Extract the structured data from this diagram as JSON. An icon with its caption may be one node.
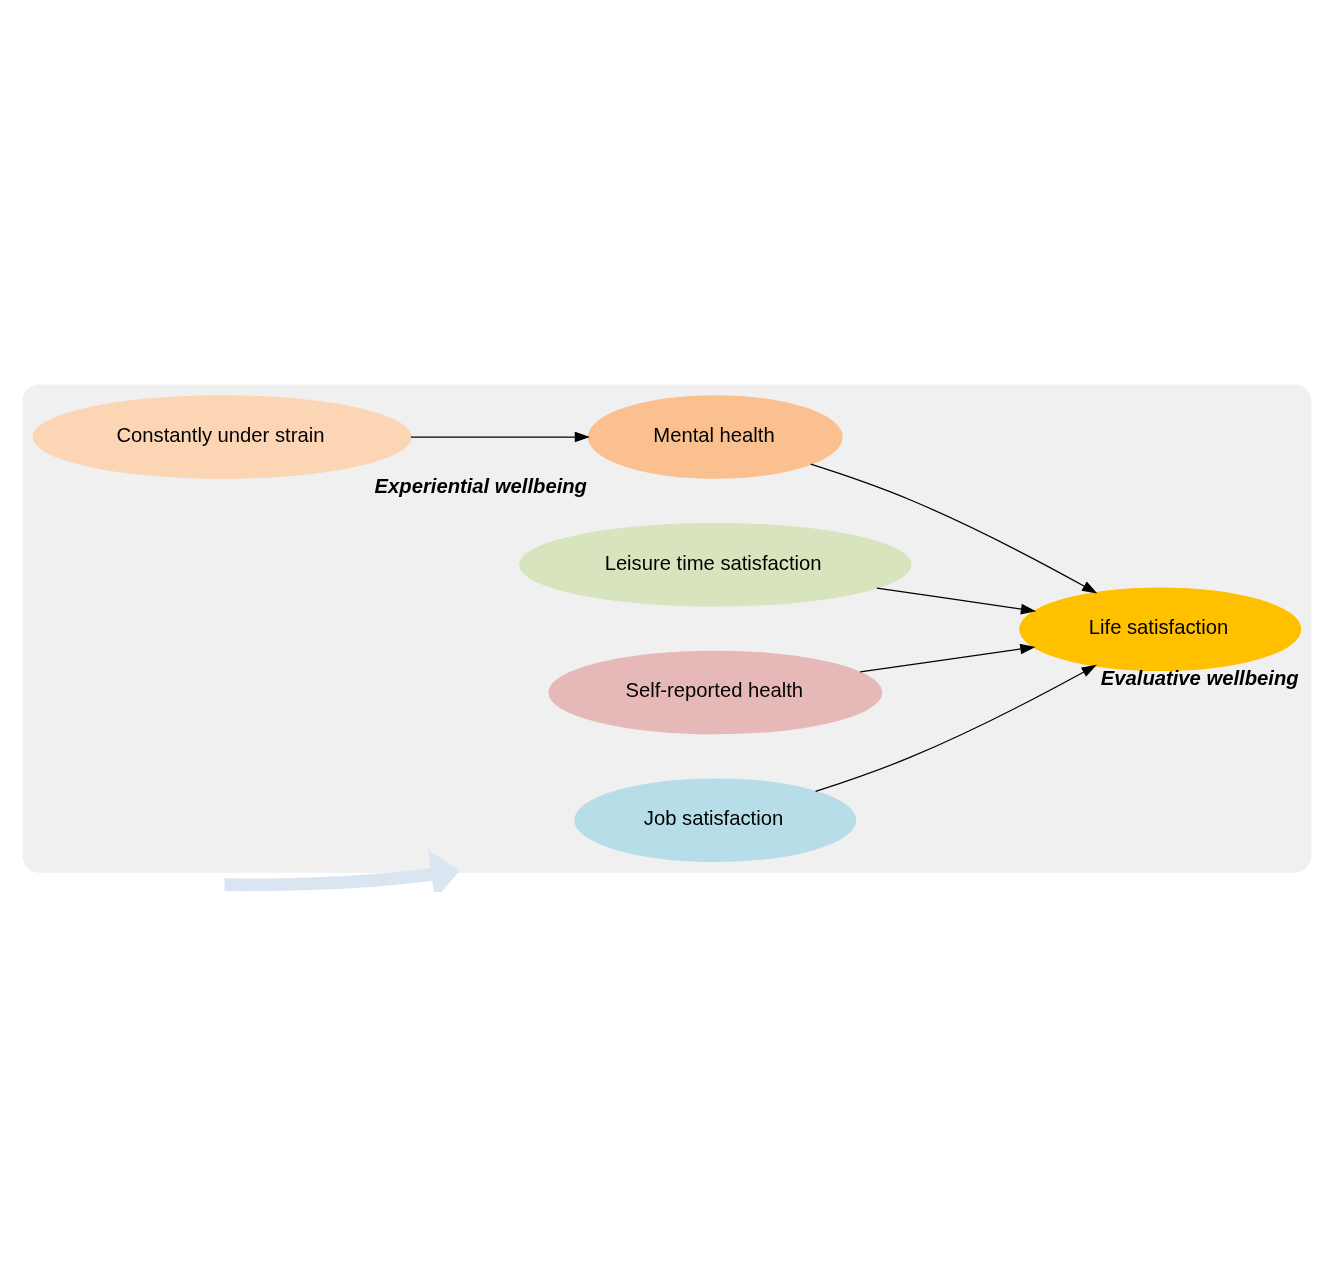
{
  "diagram": {
    "nodes": [
      {
        "text": [],
        "shape": "box"
      },
      {
        "text": [
          "Job satisfaction"
        ],
        "in": 0
      },
      {
        "text": [
          "Leisure time satisfaction"
        ],
        "in": 0
      },
      {
        "text": [
          "Self-reported health"
        ],
        "in": 0
      },
      {
        "text": [
          "Mental health"
        ],
        "in": 0,
        "beside": [
          "Experiential wellbeing"
        ]
      },
      {
        "text": [
          "Constantly under strain"
        ],
        "in": 0
      },
      {
        "text": [
          "Life satisfaction"
        ],
        "in": 0,
        "beside": [
          "Evaluative wellbeing"
        ]
      }
    ],
    "edges": [
      {
        "from": 1,
        "to": 6,
        "arrow": "to"
      },
      {
        "from": 2,
        "to": 6,
        "arrow": "to"
      },
      {
        "from": 3,
        "to": 6,
        "arrow": "to"
      },
      {
        "from": 4,
        "to": 6,
        "arrow": "to"
      },
      {
        "from": 5,
        "to": 4,
        "arrow": "to"
      },
      {
        "from": null,
        "to": 0,
        "arrow": "to",
        "style": "thick",
        "color": "#dae5f2"
      }
    ]
  }
}
